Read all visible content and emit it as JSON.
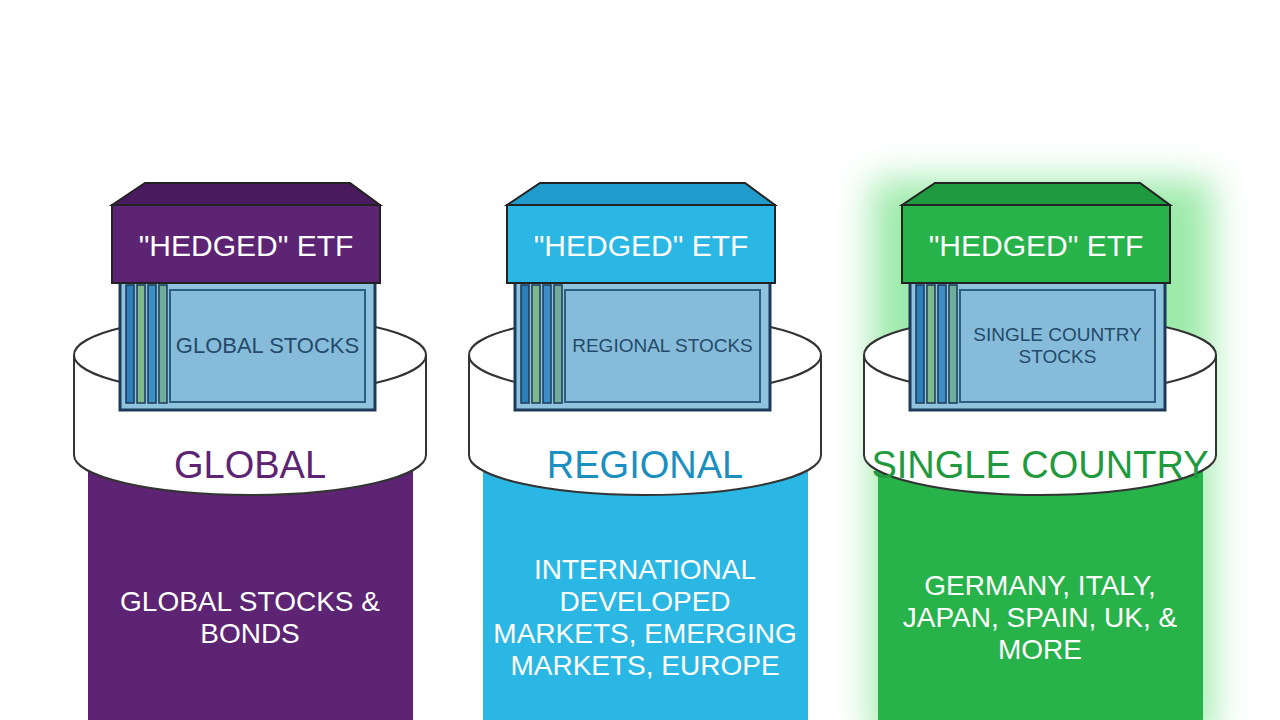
{
  "diagram": {
    "nodes": [
      {
        "text": [
          "\"HEDGED\" ETF",
          "GLOBAL STOCKS"
        ]
      },
      {
        "text": [
          "GLOBAL",
          "GLOBAL STOCKS & BONDS"
        ]
      },
      {
        "text": [
          "\"HEDGED\" ETF",
          "REGIONAL STOCKS"
        ]
      },
      {
        "text": [
          "REGIONAL",
          "INTERNATIONAL DEVELOPED MARKETS, EMERGING MARKETS, EUROPE"
        ]
      },
      {
        "text": [
          "\"HEDGED\" ETF",
          "SINGLE COUNTRY STOCKS"
        ]
      },
      {
        "text": [
          "SINGLE COUNTRY",
          "GERMANY, ITALY, JAPAN, SPAIN, UK, & MORE"
        ]
      }
    ]
  }
}
